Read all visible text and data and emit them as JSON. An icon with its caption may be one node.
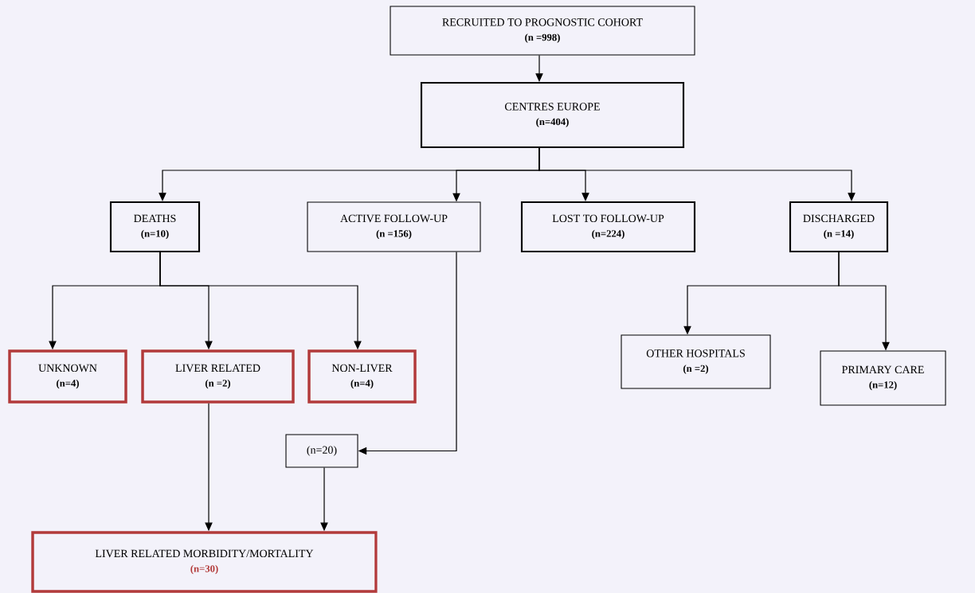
{
  "diagram": {
    "nodes": [
      {
        "text": [
          "RECRUITED TO PROGNOSTIC COHORT",
          "(n =998)"
        ]
      },
      {
        "text": [
          "CENTRES   EUROPE",
          "(n=404)"
        ]
      },
      {
        "text": [
          "DEATHS",
          "(n=10)"
        ]
      },
      {
        "text": [
          "ACTIVE FOLLOW-UP",
          "(n =156)"
        ]
      },
      {
        "text": [
          "LOST TO FOLLOW-UP",
          "(n=224)"
        ]
      },
      {
        "text": [
          "DISCHARGED",
          "(n =14)"
        ]
      },
      {
        "text": [
          "UNKNOWN",
          "(n=4)"
        ]
      },
      {
        "text": [
          "LIVER RELATED",
          "(n =2)"
        ]
      },
      {
        "text": [
          "NON-LIVER",
          "(n=4)"
        ]
      },
      {
        "text": [
          "OTHER HOSPITALS",
          "(n =2)"
        ]
      },
      {
        "text": [
          "PRIMARY CARE",
          "(n=12)"
        ]
      },
      {
        "text": [
          "(n=20)"
        ]
      },
      {
        "text": [
          "LIVER RELATED MORBIDITY/MORTALITY",
          "(n=30)"
        ]
      }
    ],
    "edges": [
      {
        "from": 0,
        "to": 1,
        "arrow": "to"
      },
      {
        "from": 1,
        "to": 2,
        "arrow": "to"
      },
      {
        "from": 1,
        "to": 3,
        "arrow": "to"
      },
      {
        "from": 1,
        "to": 4,
        "arrow": "to"
      },
      {
        "from": 1,
        "to": 5,
        "arrow": "to"
      },
      {
        "from": 2,
        "to": 6,
        "arrow": "to"
      },
      {
        "from": 2,
        "to": 7,
        "arrow": "to"
      },
      {
        "from": 2,
        "to": 8,
        "arrow": "to"
      },
      {
        "from": 3,
        "to": 11,
        "arrow": "to"
      },
      {
        "from": 5,
        "to": 9,
        "arrow": "to"
      },
      {
        "from": 5,
        "to": 10,
        "arrow": "to"
      },
      {
        "from": 7,
        "to": 12,
        "arrow": "to"
      },
      {
        "from": 11,
        "to": 12,
        "arrow": "to"
      }
    ]
  }
}
